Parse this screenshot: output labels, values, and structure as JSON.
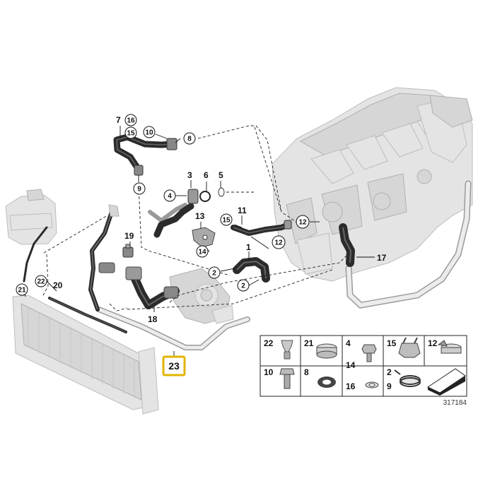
{
  "diagram": {
    "ref_code": "317184",
    "highlight_label": "23",
    "labels": {
      "l1": "1",
      "l3": "3",
      "l5": "5",
      "l6": "6",
      "l7": "7",
      "l11": "11",
      "l13": "13",
      "l17": "17",
      "l18": "18",
      "l19": "19",
      "l20": "20"
    },
    "callouts": {
      "c16": "16",
      "c15a": "15",
      "c10": "10",
      "c8": "8",
      "c9": "9",
      "c4": "4",
      "c15b": "15",
      "c12a": "12",
      "c12b": "12",
      "c14": "14",
      "c2a": "2",
      "c2b": "2",
      "c22": "22",
      "c21": "21"
    },
    "legend": {
      "r1": [
        "22",
        "21",
        "4",
        "14",
        "15",
        "12"
      ],
      "r2": [
        "10",
        "8",
        "16",
        "2",
        "9"
      ]
    }
  }
}
